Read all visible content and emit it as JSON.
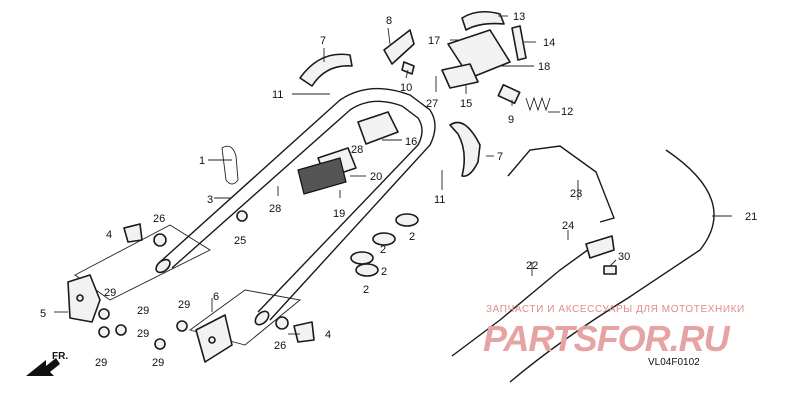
{
  "labels": {
    "p1": "1",
    "p2a": "2",
    "p2b": "2",
    "p2c": "2",
    "p2d": "2",
    "p3": "3",
    "p4a": "4",
    "p4b": "4",
    "p5": "5",
    "p6": "6",
    "p7a": "7",
    "p7b": "7",
    "p8": "8",
    "p9": "9",
    "p10": "10",
    "p11a": "11",
    "p11b": "11",
    "p12": "12",
    "p13": "13",
    "p14": "14",
    "p15": "15",
    "p16": "16",
    "p17": "17",
    "p18": "18",
    "p19": "19",
    "p20": "20",
    "p21": "21",
    "p22": "22",
    "p23": "23",
    "p24": "24",
    "p25": "25",
    "p26a": "26",
    "p26b": "26",
    "p27": "27",
    "p28a": "28",
    "p28b": "28",
    "p29a": "29",
    "p29b": "29",
    "p29c": "29",
    "p29d": "29",
    "p29e": "29",
    "p29f": "29",
    "p30": "30"
  },
  "direction_label": "FR.",
  "watermark_text": "ЗАПЧАСТИ И АКСЕССУАРЫ ДЛЯ МОТОТЕХНИКИ",
  "brand_text": "PARTSFOR.RU",
  "diagram_code": "VL04F0102",
  "colors": {
    "line": "#1a1a1a",
    "watermark": "#e08a8a",
    "brand": "#e6a3a3"
  }
}
